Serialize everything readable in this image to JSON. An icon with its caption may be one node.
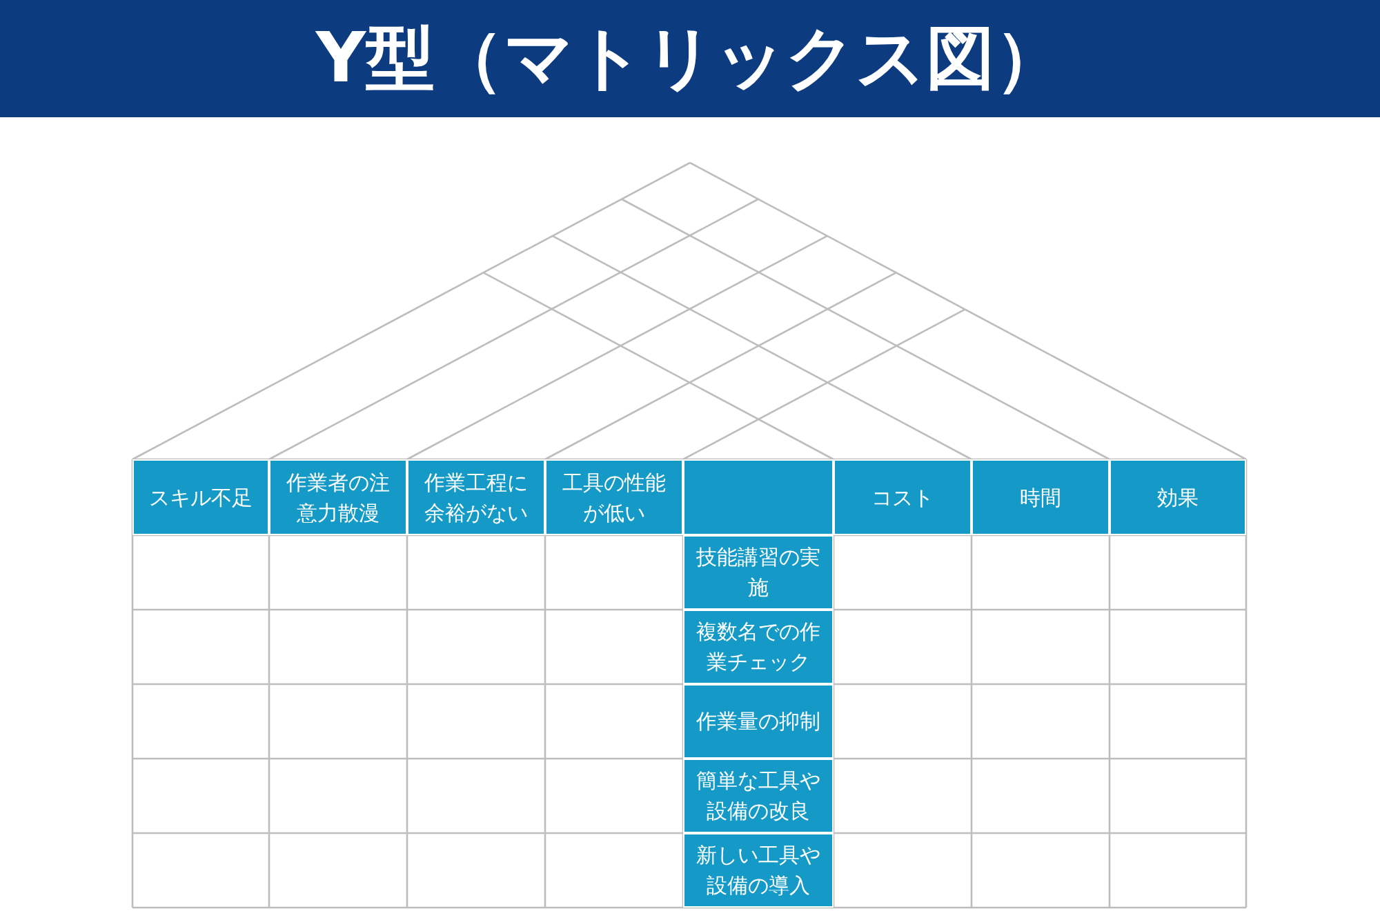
{
  "diagram": {
    "title": "Y型（マトリックス図）",
    "labels": [
      "スキル不足",
      "作業者の注意力散漫",
      "作業工程に余裕がない",
      "工具の性能が低い",
      "コスト",
      "時間",
      "効果",
      "技能講習の実施",
      "複数名での作業チェック",
      "作業量の抑制",
      "簡単な工具や設備の改良",
      "新しい工具や設備の導入"
    ]
  }
}
